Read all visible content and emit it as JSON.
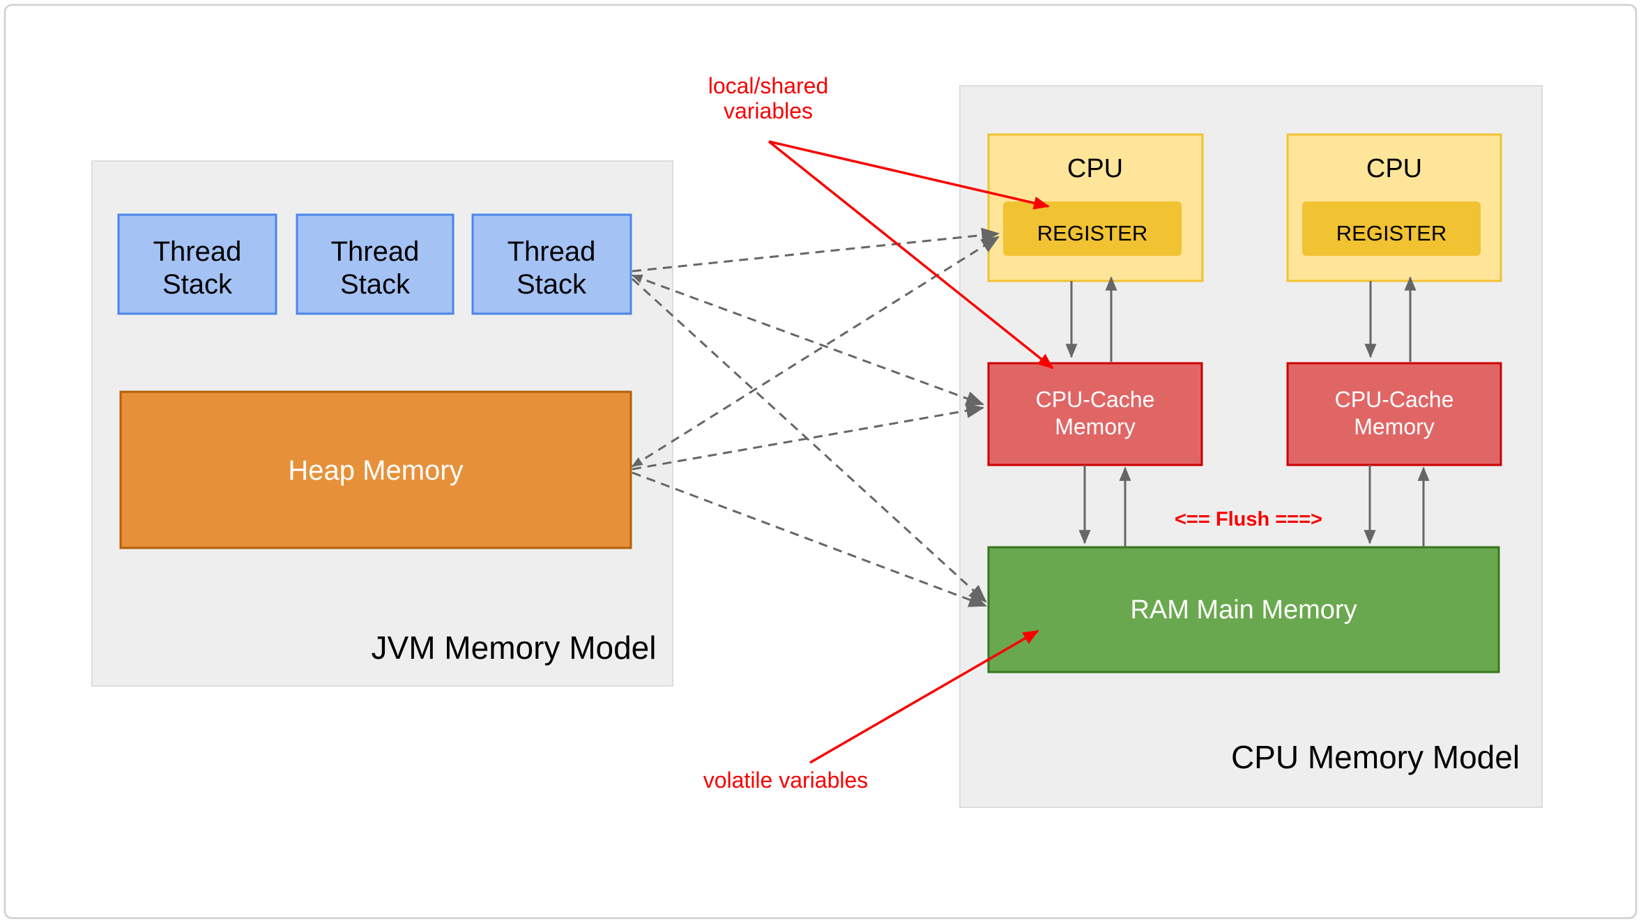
{
  "page": {
    "background": "#ffffff",
    "border_color": "#cfcfcf"
  },
  "jvm_panel": {
    "title": "JVM Memory Model",
    "thread_stack": {
      "line1": "Thread",
      "line2": "Stack"
    },
    "heap_label": "Heap Memory"
  },
  "cpu_panel": {
    "title": "CPU Memory Model",
    "cpu_label": "CPU",
    "register_label": "REGISTER",
    "cache_label": {
      "line1": "CPU-Cache",
      "line2": "Memory"
    },
    "ram_label": "RAM Main Memory",
    "flush_label": "<== Flush ===>"
  },
  "annotations": {
    "local_shared": {
      "line1": "local/shared",
      "line2": "variables"
    },
    "volatile_label": "volatile variables"
  },
  "colors": {
    "panel_fill": "#eeeeee",
    "thread_fill": "#a4c2f4",
    "thread_border": "#4a86e8",
    "heap_fill": "#e6913a",
    "heap_border": "#b45f06",
    "cpu_fill": "#ffe599",
    "cpu_border": "#f1c232",
    "register_fill": "#f1c232",
    "cache_fill": "#e06666",
    "cache_border": "#cc0000",
    "ram_fill": "#6aa84f",
    "ram_border": "#38761d",
    "arrow_gray": "#666666",
    "arrow_red": "#f80000"
  }
}
